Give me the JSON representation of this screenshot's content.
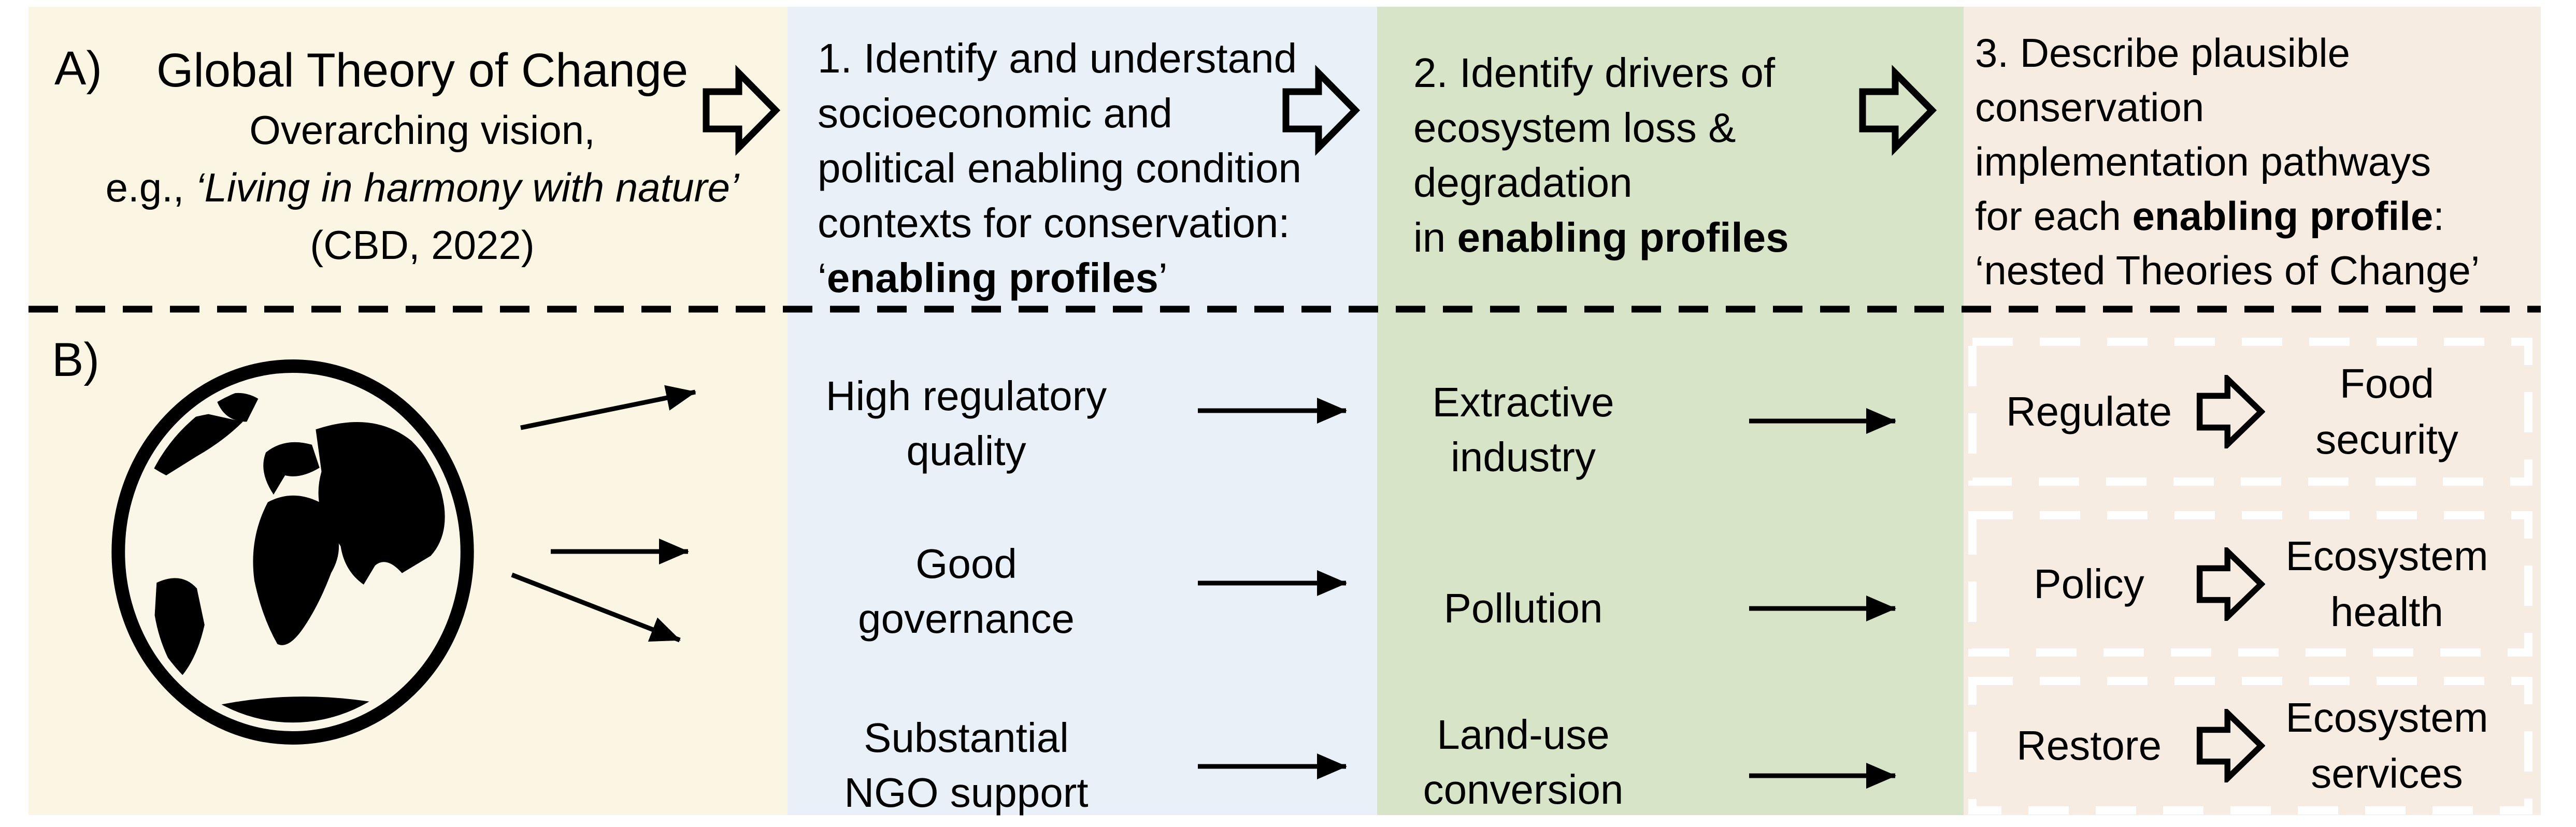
{
  "colors": {
    "cream": "#FAF6E3",
    "blue": "#EAF0F8",
    "green": "#D7E4C7",
    "pink": "#F7ECE2",
    "ink": "#000000",
    "boxborder": "#FFFFFF",
    "globefill": "#FBF7E8"
  },
  "icons": {
    "globe": "world-globe",
    "block_arrow": "block-arrow-right",
    "thin_arrow": "thin-arrow-right"
  },
  "panelA": {
    "col1": {
      "label": "A)",
      "title": "Global Theory of Change",
      "sub1": "Overarching vision,",
      "sub2_prefix": "e.g., ",
      "sub2_italic": "‘Living in harmony with nature’",
      "sub3": "(CBD, 2022)"
    },
    "col2": {
      "l1": "1. Identify and understand",
      "l2": "socioeconomic and",
      "l3": "political enabling condition",
      "l4": "contexts for conservation:",
      "l5_open": "‘",
      "l5_bold": "enabling profiles",
      "l5_close": "’"
    },
    "col3": {
      "l1": "2. Identify drivers of",
      "l2": "ecosystem loss &",
      "l3": "degradation",
      "l4_prefix": "in ",
      "l4_bold": "enabling profiles"
    },
    "col4": {
      "l1": "3. Describe plausible",
      "l2": "conservation",
      "l3": "implementation pathways",
      "l4_prefix": "for each ",
      "l4_bold": "enabling profile",
      "l4_suffix": ":",
      "l5": "‘nested Theories of Change’"
    }
  },
  "panelB": {
    "label": "B)",
    "enabling_conditions": [
      "High regulatory\nquality",
      "Good\ngovernance",
      "Substantial\nNGO support"
    ],
    "drivers": [
      "Extractive\nindustry",
      "Pollution",
      "Land-use\nconversion"
    ],
    "pathways": [
      {
        "action": "Regulate",
        "outcome": "Food\nsecurity"
      },
      {
        "action": "Policy",
        "outcome": "Ecosystem\nhealth"
      },
      {
        "action": "Restore",
        "outcome": "Ecosystem\nservices"
      }
    ]
  }
}
